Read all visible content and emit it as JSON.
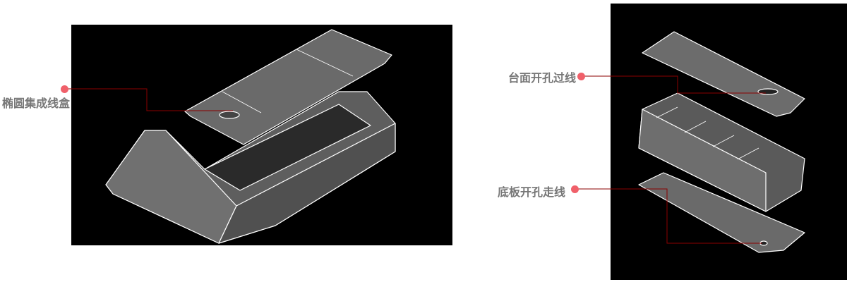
{
  "callouts": {
    "left": "椭圆集成线盒",
    "right_top": "台面开孔过线",
    "right_bottom": "底板开孔走线"
  },
  "colors": {
    "accent": "#f0606a",
    "leader": "#8b0000",
    "panel": "#000000",
    "model": "#6b6b6b"
  }
}
